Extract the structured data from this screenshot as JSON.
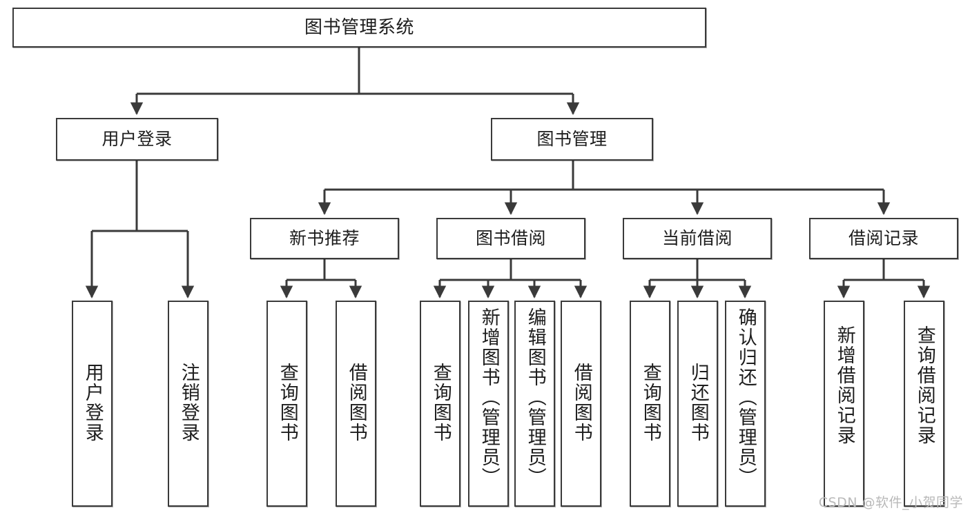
{
  "diagram": {
    "type": "tree",
    "title": "图书管理系统",
    "watermark": "CSDN @软件_小贺同学",
    "colors": {
      "box_border": "#3a3a3a",
      "box_fill": "#ffffff",
      "connector": "#3a3a3a",
      "text": "#1d1d1d",
      "watermark": "#b9b9b9"
    },
    "levels": {
      "root": {
        "label": "图书管理系统"
      },
      "level2": [
        {
          "label": "用户登录"
        },
        {
          "label": "图书管理"
        }
      ],
      "level3": [
        {
          "label": "新书推荐"
        },
        {
          "label": "图书借阅"
        },
        {
          "label": "当前借阅"
        },
        {
          "label": "借阅记录"
        }
      ],
      "leaves": {
        "user_login": [
          {
            "label": "用户登录"
          },
          {
            "label": "注销登录"
          }
        ],
        "new_book": [
          {
            "label": "查询图书"
          },
          {
            "label": "借阅图书"
          }
        ],
        "book_borrow": [
          {
            "label": "查询图书"
          },
          {
            "label": "新增图书（管理员）"
          },
          {
            "label": "编辑图书（管理员）"
          },
          {
            "label": "借阅图书"
          }
        ],
        "current_borrow": [
          {
            "label": "查询图书"
          },
          {
            "label": "归还图书"
          },
          {
            "label": "确认归还（管理员）"
          }
        ],
        "borrow_record": [
          {
            "label": "新增借阅记录"
          },
          {
            "label": "查询借阅记录"
          }
        ]
      }
    }
  }
}
